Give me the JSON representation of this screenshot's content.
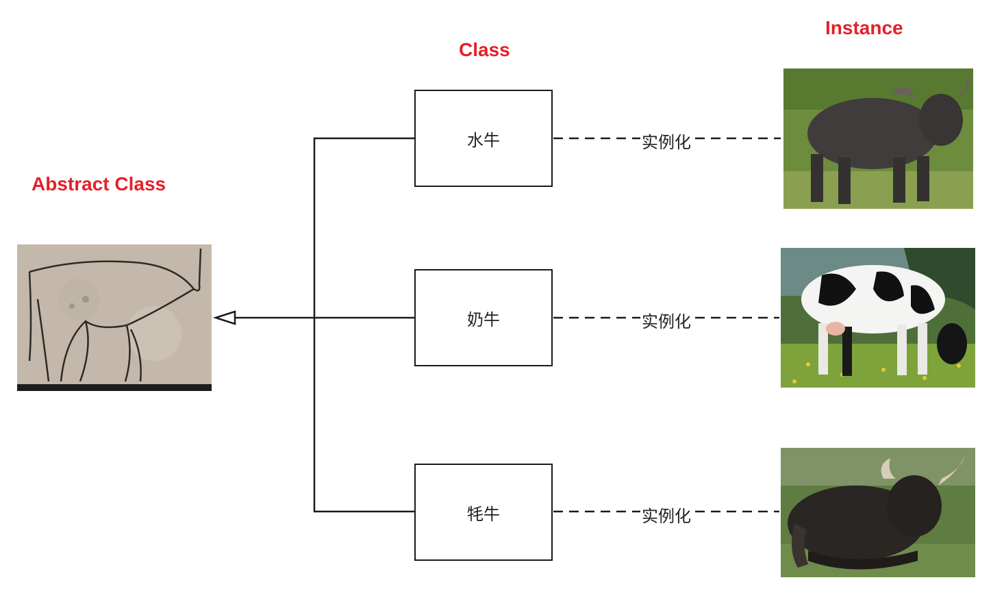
{
  "headings": {
    "abstract": "Abstract Class",
    "class": "Class",
    "instance": "Instance"
  },
  "classes": [
    {
      "label": "水牛",
      "relation": "实例化",
      "instance_image": "water-buffalo-photo"
    },
    {
      "label": "奶牛",
      "relation": "实例化",
      "instance_image": "dairy-cow-photo"
    },
    {
      "label": "牦牛",
      "relation": "实例化",
      "instance_image": "yak-photo"
    }
  ],
  "abstract_image": "bull-line-sketch",
  "colors": {
    "heading": "#e5202a",
    "line": "#1a1a1a"
  }
}
